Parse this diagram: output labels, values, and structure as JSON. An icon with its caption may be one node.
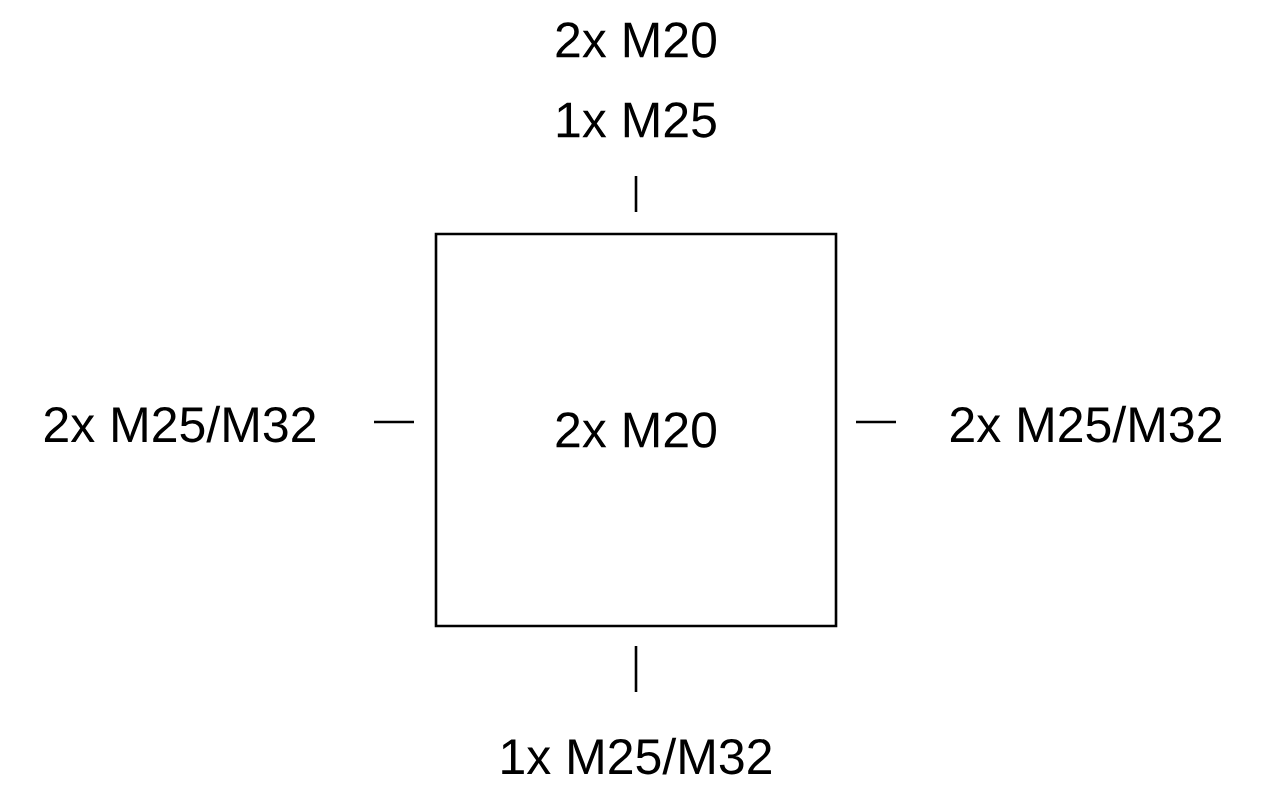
{
  "diagram": {
    "nodes": [
      {
        "text": [
          "2x M20"
        ]
      }
    ],
    "labels": [
      "2x M20",
      "1x M25",
      "2x M25/M32",
      "2x M25/M32",
      "1x M25/M32"
    ]
  }
}
